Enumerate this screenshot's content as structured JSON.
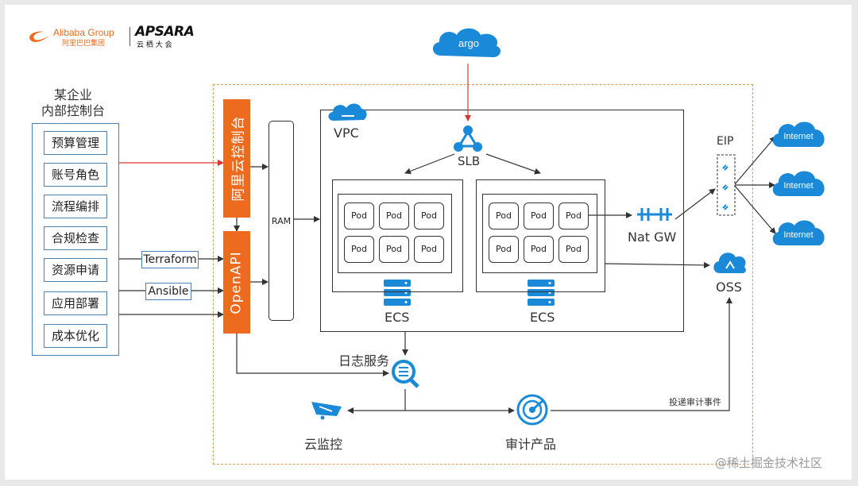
{
  "header": {
    "brand": "Alibaba Group",
    "brand_cn": "阿里巴巴集团",
    "apsara": "APSARA",
    "apsara_sub": "云 栖 大 会"
  },
  "enterprise": {
    "title_line1": "某企业",
    "title_line2": "内部控制台",
    "items": [
      "预算管理",
      "账号角色",
      "流程编排",
      "合规检查",
      "资源申请",
      "应用部署",
      "成本优化"
    ]
  },
  "tools": {
    "terraform": "Terraform",
    "ansible": "Ansible"
  },
  "bars": {
    "console": "阿里云控制台",
    "openapi": "OpenAPI",
    "ram": "RAM"
  },
  "vpc": {
    "label": "VPC"
  },
  "argo": {
    "label": "argo"
  },
  "slb": {
    "label": "SLB"
  },
  "ecs_left": {
    "label": "ECS",
    "pods": [
      "Pod",
      "Pod",
      "Pod",
      "Pod",
      "Pod",
      "Pod"
    ]
  },
  "ecs_right": {
    "label": "ECS",
    "pods": [
      "Pod",
      "Pod",
      "Pod",
      "Pod",
      "Pod",
      "Pod"
    ]
  },
  "natgw": {
    "label": "Nat GW"
  },
  "eip": {
    "label": "EIP"
  },
  "internet": [
    "Internet",
    "Internet",
    "Internet"
  ],
  "oss": {
    "label": "OSS"
  },
  "log": {
    "label": "日志服务"
  },
  "monitor": {
    "label": "云监控"
  },
  "audit": {
    "label": "审计产品",
    "event_label": "投递审计事件"
  },
  "watermark": "@稀土掘金技术社区",
  "colors": {
    "orange": "#ee6a1e",
    "blue": "#1a8ad8",
    "red": "#d9362b",
    "frame": "#4a7fb5"
  }
}
